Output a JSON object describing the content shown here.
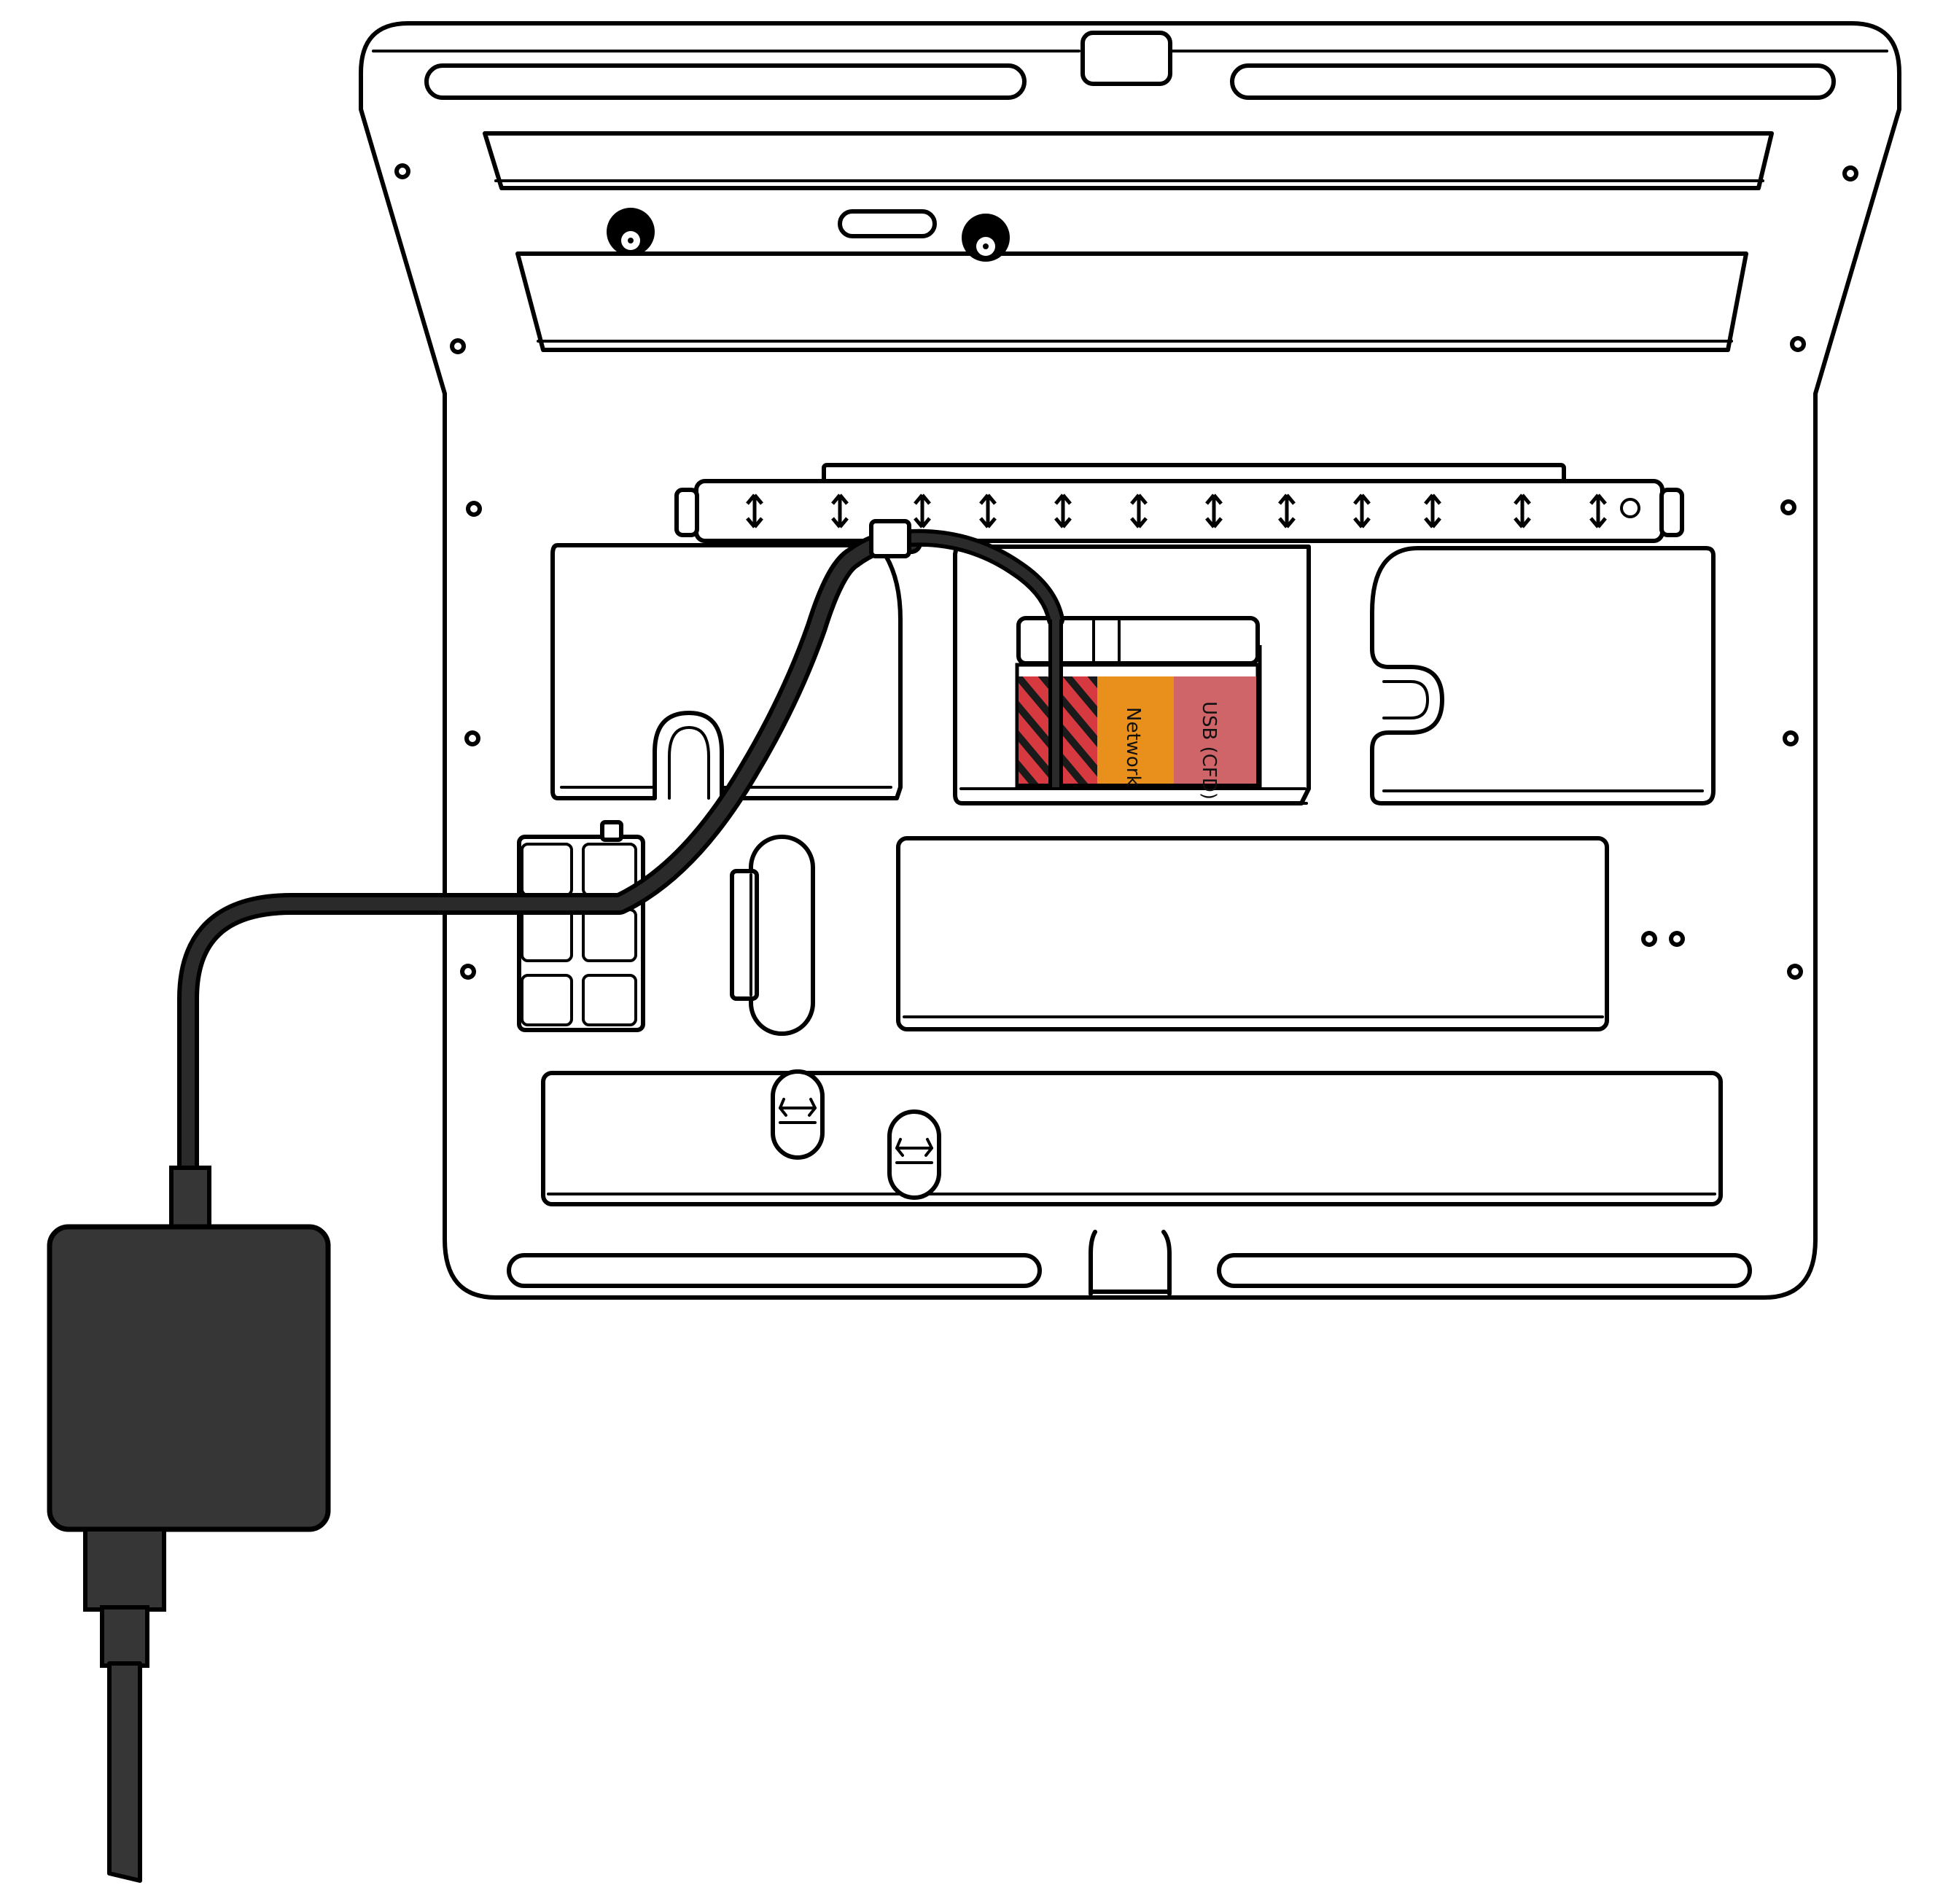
{
  "diagram": {
    "subject": "Back panel of wall mount with power adapter cable routed to the ports",
    "colors": {
      "outline": "#000000",
      "panel": "#ffffff",
      "adapter": "#363636",
      "cable": "#2a2a2a",
      "port_network": "#e9901c",
      "port_usb": "#cf6469",
      "port_power": "#d6393f",
      "port_power_stripes": "#1a1a1a"
    },
    "ports": [
      {
        "id": "power",
        "label": ""
      },
      {
        "id": "network",
        "label": "Network"
      },
      {
        "id": "usb",
        "label": "USB (CFD)"
      }
    ],
    "icons": {
      "power_adapter": "power-adapter-icon",
      "cable": "power-cable-icon",
      "screw": "screw-icon"
    }
  }
}
